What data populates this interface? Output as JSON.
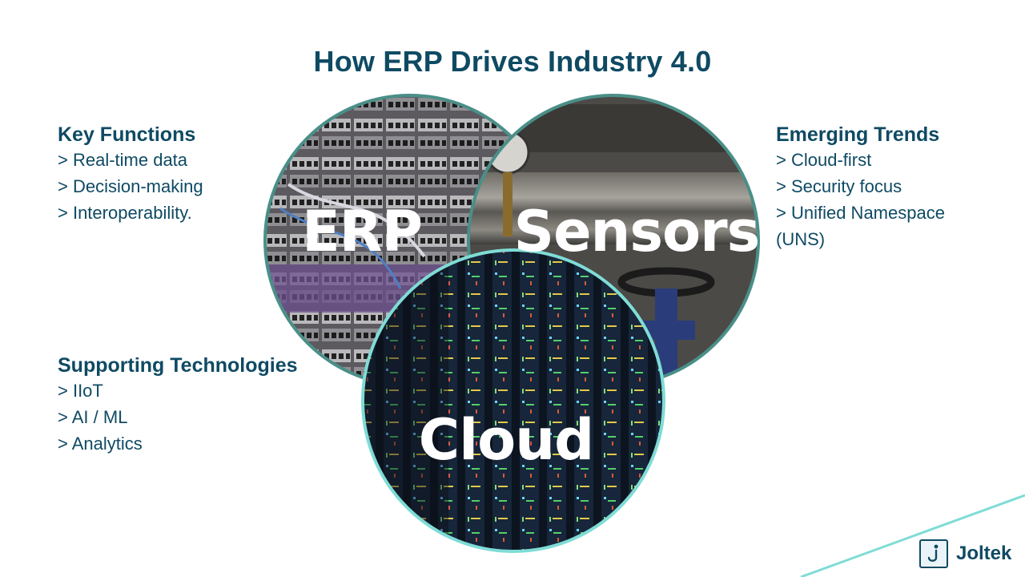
{
  "slide": {
    "title": "How ERP Drives Industry 4.0",
    "colors": {
      "text": "#0f4a63",
      "accent": "#7fdcd6",
      "ring": "#4a8f88"
    }
  },
  "key_functions": {
    "heading": "Key Functions",
    "items": [
      "> Real-time data",
      "> Decision-making",
      "> Interoperability."
    ]
  },
  "supporting_technologies": {
    "heading": "Supporting Technologies",
    "items": [
      "> IIoT",
      "> AI / ML",
      "> Analytics"
    ]
  },
  "emerging_trends": {
    "heading": "Emerging Trends",
    "items": [
      "> Cloud-first",
      "> Security focus",
      "> Unified Namespace (UNS)"
    ]
  },
  "venn": {
    "erp_label": "ERP",
    "sensors_label": "Sensors",
    "cloud_label": "Cloud"
  },
  "logo": {
    "text": "Joltek",
    "icon": "joltek-j-icon"
  }
}
